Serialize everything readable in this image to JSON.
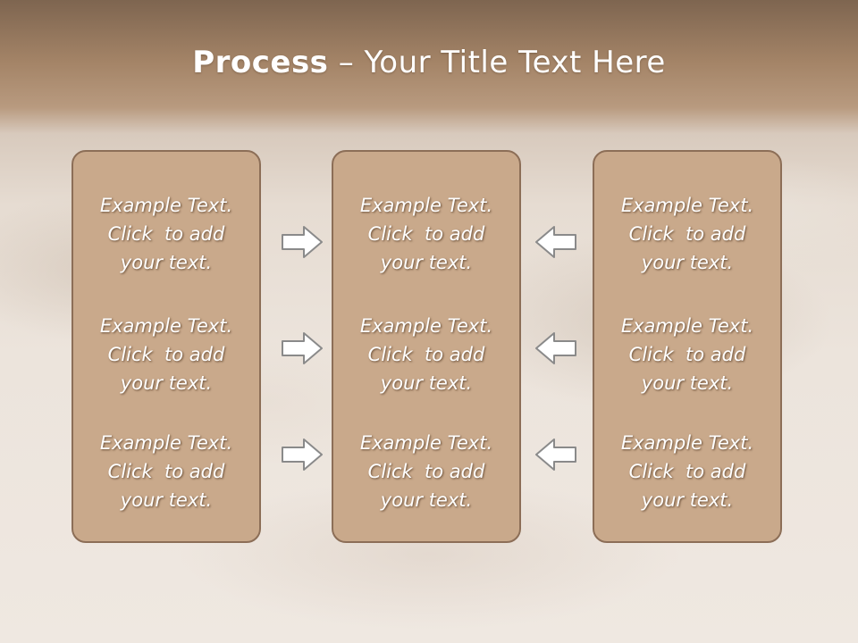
{
  "slide": {
    "title_bold": "Process",
    "title_rest": " – Your Title Text Here"
  },
  "columns": [
    {
      "items": [
        {
          "line1": "Example Text.",
          "line2": "Click  to add",
          "line3": "your text."
        },
        {
          "line1": "Example Text.",
          "line2": "Click  to add",
          "line3": "your text."
        },
        {
          "line1": "Example Text.",
          "line2": "Click  to add",
          "line3": "your text."
        }
      ]
    },
    {
      "items": [
        {
          "line1": "Example Text.",
          "line2": "Click  to add",
          "line3": "your text."
        },
        {
          "line1": "Example Text.",
          "line2": "Click  to add",
          "line3": "your text."
        },
        {
          "line1": "Example Text.",
          "line2": "Click  to add",
          "line3": "your text."
        }
      ]
    },
    {
      "items": [
        {
          "line1": "Example Text.",
          "line2": "Click  to add",
          "line3": "your text."
        },
        {
          "line1": "Example Text.",
          "line2": "Click  to add",
          "line3": "your text."
        },
        {
          "line1": "Example Text.",
          "line2": "Click  to add",
          "line3": "your text."
        }
      ]
    }
  ],
  "icons": {
    "left_arrows": "arrow-right-icon",
    "right_arrows": "arrow-left-icon"
  },
  "colors": {
    "panel_fill": "#c9a98b",
    "panel_border": "#8c6e57",
    "arrow_fill": "#ffffff",
    "arrow_stroke": "#8a8a8a"
  }
}
